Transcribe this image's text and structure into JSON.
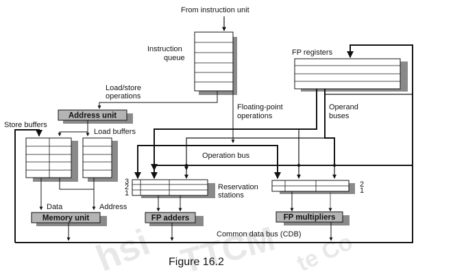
{
  "figure": {
    "caption": "Figure 16.2",
    "watermark": [
      "hsi",
      "TTCM",
      "te Co"
    ]
  },
  "diagram": {
    "title": "Tomasulo-style floating-point unit organization",
    "labels": {
      "from_instruction_unit": "From instruction unit",
      "instruction_queue_line1": "Instruction",
      "instruction_queue_line2": "queue",
      "fp_registers": "FP registers",
      "load_store_line1": "Load/store",
      "load_store_line2": "operations",
      "store_buffers": "Store buffers",
      "load_buffers": "Load buffers",
      "fp_ops_line1": "Floating-point",
      "fp_ops_line2": "operations",
      "operand_buses_line1": "Operand",
      "operand_buses_line2": "buses",
      "operation_bus": "Operation bus",
      "reservation_line1": "Reservation",
      "reservation_line2": "stations",
      "data": "Data",
      "address": "Address",
      "cdb": "Common data bus (CDB)"
    },
    "units": {
      "address_unit": "Address unit",
      "memory_unit": "Memory unit",
      "fp_adders": "FP adders",
      "fp_multipliers": "FP multipliers"
    },
    "adder_station_numbers": [
      "3",
      "2",
      "1"
    ],
    "multiplier_station_numbers": [
      "2",
      "1"
    ],
    "colors": {
      "line": "#111111",
      "unit_fill": "#b4b4b4",
      "shadow": "#8a8a8a",
      "background": "#ffffff"
    }
  }
}
